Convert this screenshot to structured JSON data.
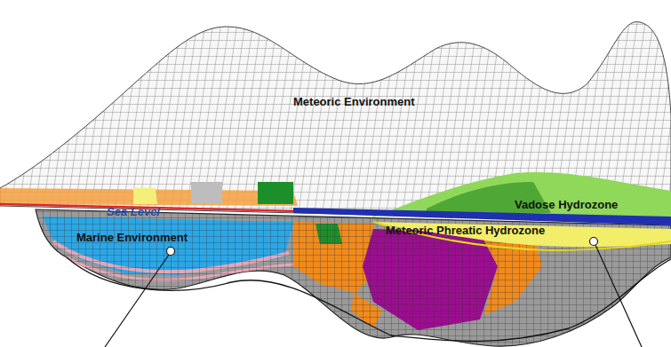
{
  "diagram": {
    "labels": [
      "Meteoric Environment",
      "Sea Level",
      "Vadose Hydrozone",
      "Meteoric Phreatic Hydrozone",
      "Marine Environment"
    ]
  }
}
